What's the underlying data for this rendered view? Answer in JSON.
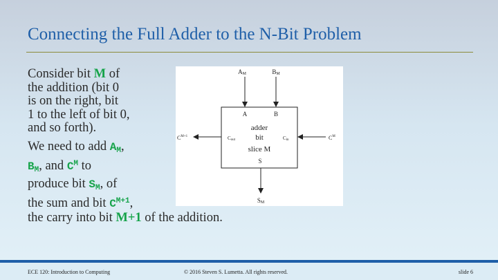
{
  "slide": {
    "title": "Connecting the Full Adder to the N-Bit Problem",
    "para1": {
      "t1": "Consider bit ",
      "m": "M",
      "t2": " of",
      "l2": "the addition (bit 0",
      "l3": "is on the right, bit",
      "l4": "1 to the left of bit 0,",
      "l5": "and so forth)."
    },
    "para2": {
      "t1": "We need to add ",
      "a": "A",
      "a_sub": "M",
      "t2": ",",
      "b": "B",
      "b_sub": "M",
      "t3": ", and  ",
      "c": "C",
      "c_sup": "M",
      "t4": " to",
      "t5": "produce bit ",
      "s": "S",
      "s_sub": "M",
      "t6": ", of",
      "t7": "the sum and bit ",
      "cn": "C",
      "cn_sup": "M+1",
      "t8": ",",
      "t9": "the carry into bit ",
      "m1": "M+1",
      "t10": " of the addition."
    }
  },
  "diagram": {
    "in_a": "A",
    "in_a_sub": "M",
    "in_b": "B",
    "in_b_sub": "M",
    "port_a": "A",
    "port_b": "B",
    "line1": "adder",
    "line2": "bit",
    "line3": "slice M",
    "port_s": "S",
    "cout": "C",
    "cout_sub": "out",
    "cin": "C",
    "cin_sub": "in",
    "left_c": "C",
    "left_c_sup": "M+1",
    "right_c": "C",
    "right_c_sup": "M",
    "out_s": "S",
    "out_s_sub": "M"
  },
  "footer": {
    "course": "ECE 120: Introduction to Computing",
    "copyright": "© 2016 Steven S. Lumetta.  All rights reserved.",
    "slide": "slide 6"
  },
  "colors": {
    "title": "#1f5fa8",
    "highlight": "#16a34a",
    "rule": "#8b8b3a"
  }
}
